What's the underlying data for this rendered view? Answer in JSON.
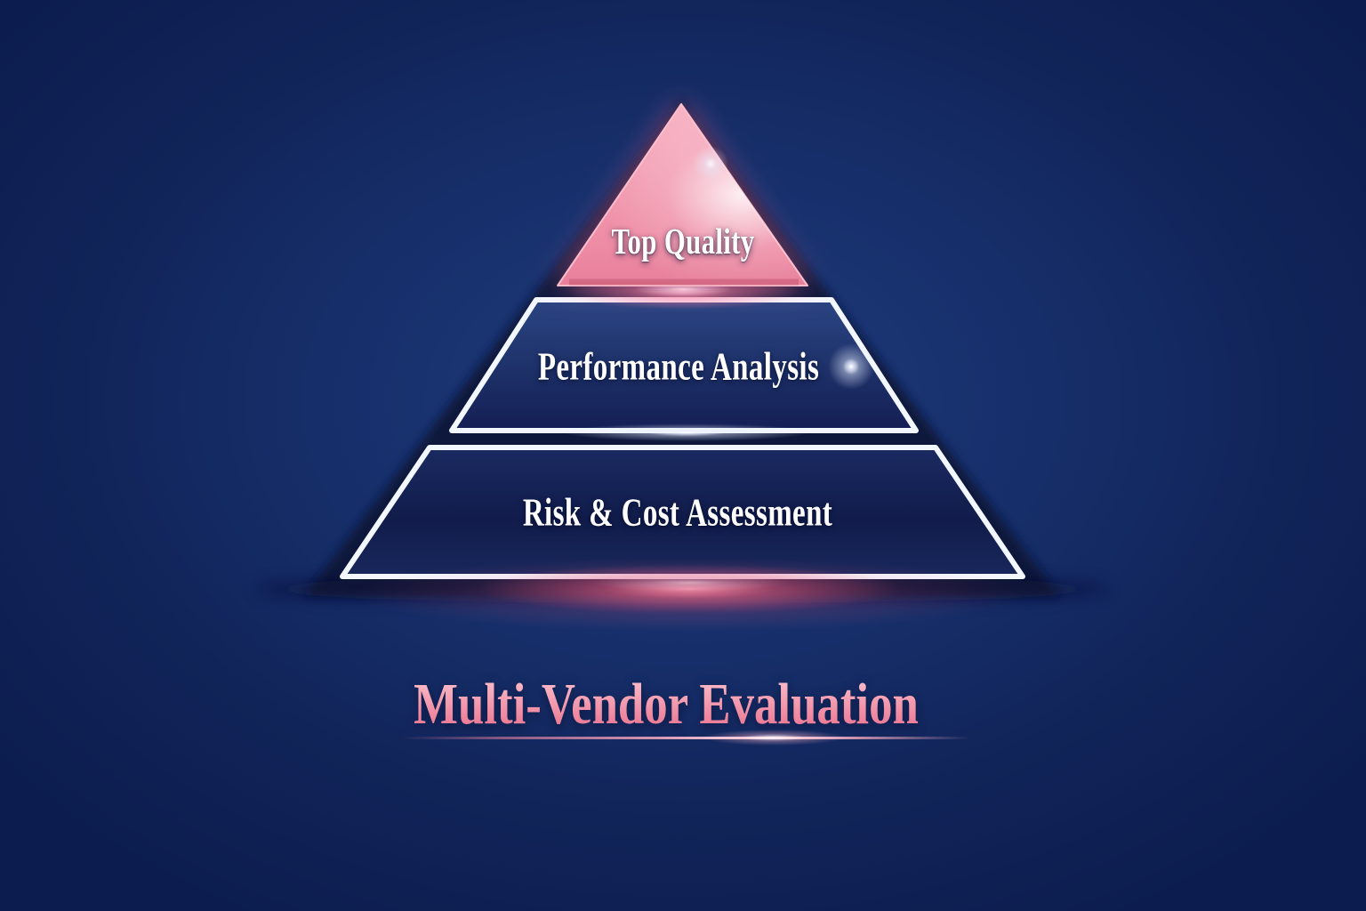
{
  "diagram": {
    "type": "pyramid",
    "title": "Multi-Vendor Evaluation",
    "levels": [
      {
        "rank": 1,
        "position": "top",
        "label": "Top Quality",
        "fill": "#ee8aa3",
        "shape": "triangle"
      },
      {
        "rank": 2,
        "position": "middle",
        "label": "Performance Analysis",
        "fill": "#21386f",
        "shape": "trapezoid"
      },
      {
        "rank": 3,
        "position": "bottom",
        "label": "Risk & Cost Assessment",
        "fill": "#15224f",
        "shape": "trapezoid"
      }
    ]
  },
  "colors": {
    "background_center": "#1e3c7c",
    "background_edge": "#0c1c4e",
    "accent_pink": "#f286a0",
    "pink_glow": "#ff7495",
    "tier_border": "#f3f7ff",
    "label_text": "#ffffff",
    "title_gradient_top": "#fbc9d3",
    "title_gradient_bottom": "#e06a88",
    "shadow_navy": "#0a1338"
  }
}
